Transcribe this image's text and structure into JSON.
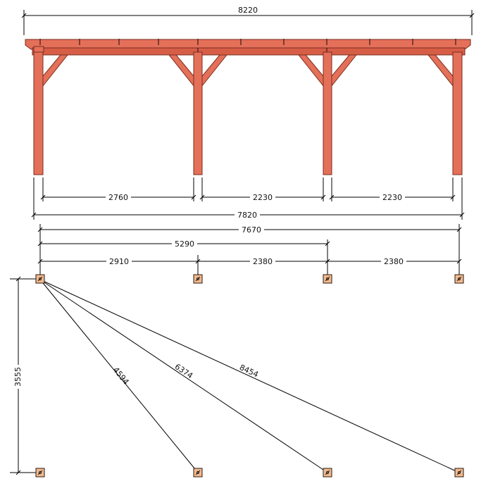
{
  "palette": {
    "wood_fill": "#e4705a",
    "wood_stroke": "#7a2b1c",
    "base_plate_fill": "#f2b98d",
    "line_color": "#000000"
  },
  "elevation": {
    "overall_width": "8220",
    "post_spacings": [
      "2760",
      "2230",
      "2230"
    ],
    "post_outer_width": "7820"
  },
  "plan": {
    "total": "7670",
    "partial": "5290",
    "spacings": [
      "2910",
      "2380",
      "2380"
    ],
    "depth": "3555",
    "diagonals": [
      "4594",
      "6374",
      "8454"
    ]
  }
}
